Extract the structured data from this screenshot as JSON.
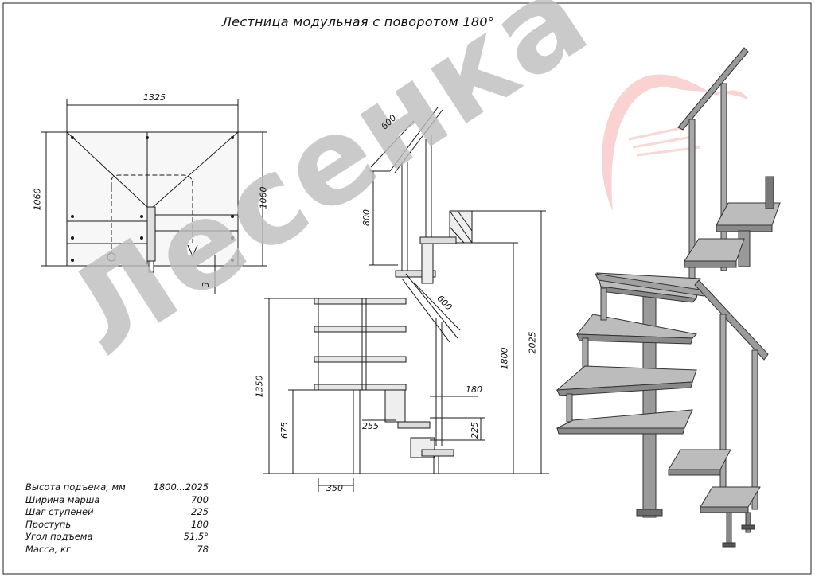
{
  "title": "Лестница модульная с поворотом 180°",
  "watermark": {
    "text": "Лесенка",
    "color": "#bdbdbd",
    "logo_color": "#e64a45"
  },
  "plan_view": {
    "dim_width": "1325",
    "dim_depth_left": "1060",
    "dim_depth_right": "1060",
    "dim_gap": "3"
  },
  "side_view": {
    "dim_upper_handrail": "600",
    "dim_upper_post": "800",
    "dim_lower_handrail": "600",
    "dim_total_height": "2025",
    "dim_rise_min": "1800",
    "dim_lower_post": "1350",
    "dim_landing_height": "675",
    "dim_tread_step": "255",
    "dim_going": "180",
    "dim_riser": "225",
    "dim_column_offset": "350"
  },
  "specs": [
    {
      "label": "Высота подъема, мм",
      "value": "1800...2025"
    },
    {
      "label": "Ширина марша",
      "value": "700"
    },
    {
      "label": "Шаг ступеней",
      "value": "225"
    },
    {
      "label": "Проступь",
      "value": "180"
    },
    {
      "label": "Угол подъема",
      "value": "51,5°"
    },
    {
      "label": "Масса, кг",
      "value": "78"
    }
  ],
  "colors": {
    "line": "#1a1a1a",
    "metal": "#9a9a9a",
    "metal_dark": "#6d6d6d",
    "tread": "#bcbcbc"
  }
}
